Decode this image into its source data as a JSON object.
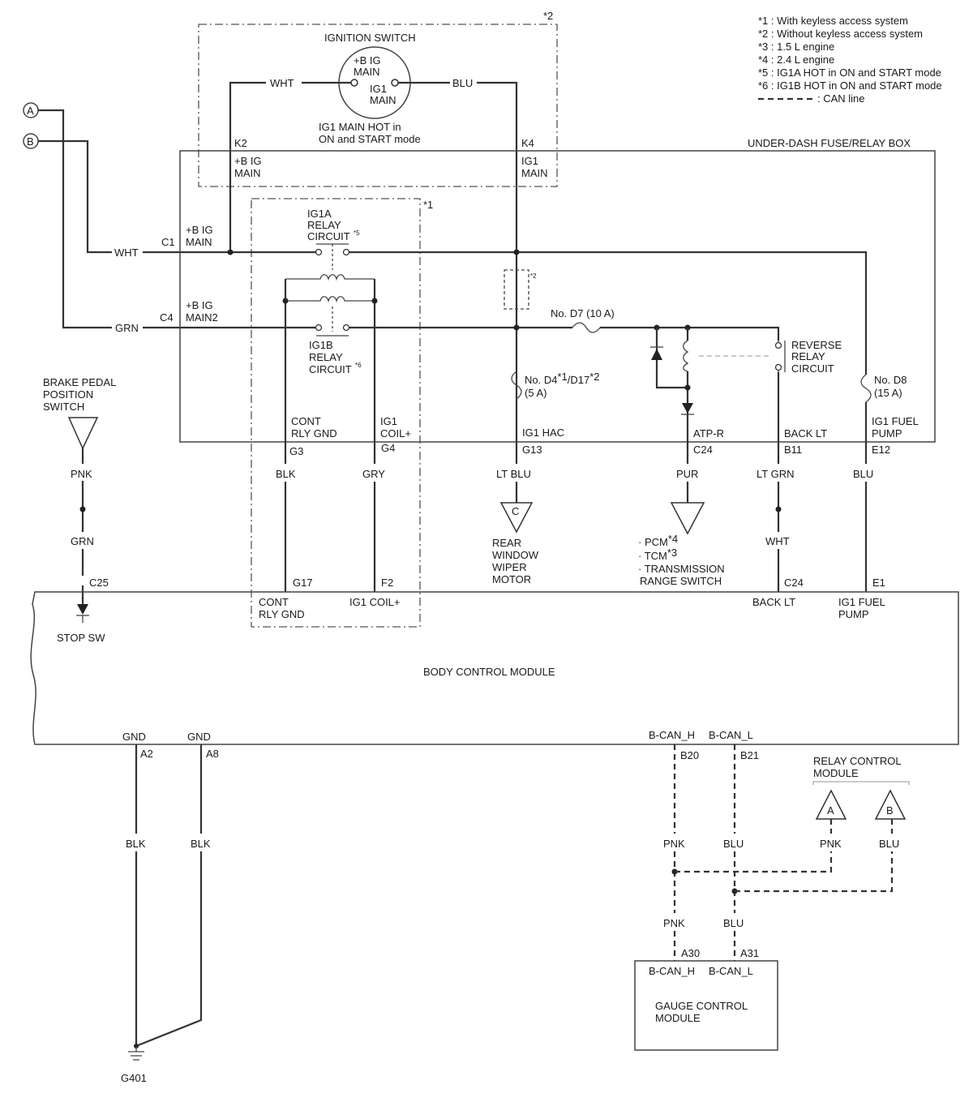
{
  "notes": [
    "*1 : With keyless access system",
    "*2 : Without keyless access system",
    "*3 : 1.5 L engine",
    "*4 : 2.4 L engine",
    "*5 : IG1A HOT in ON and START mode",
    "*6 : IG1B HOT in ON and START mode"
  ],
  "can_legend": ": CAN line",
  "star1": "*1",
  "star2": "*2",
  "ignition": {
    "title": "IGNITION SWITCH",
    "t1": "+B IG",
    "t1b": "MAIN",
    "t2": "IG1",
    "t2b": "MAIN",
    "note1": "IG1 MAIN HOT in",
    "note2": "ON and START mode"
  },
  "connectors": {
    "a": "A",
    "b": "B",
    "c": "C",
    "rc_a": "A",
    "rc_b": "B"
  },
  "wires": {
    "wht_top": "WHT",
    "blu_top": "BLU",
    "wht_c1": "WHT",
    "grn_c4": "GRN",
    "pnk_brake": "PNK",
    "grn_brake": "GRN",
    "blk_g3": "BLK",
    "gry_g4": "GRY",
    "ltblu_g13": "LT BLU",
    "pur_c24": "PUR",
    "ltgrn_b11": "LT GRN",
    "wht_c24": "WHT",
    "blu_e12": "BLU",
    "blk_a2": "BLK",
    "blk_a8": "BLK",
    "pnk_can1": "PNK",
    "blu_can1": "BLU",
    "pnk_rc": "PNK",
    "blu_rc": "BLU",
    "pnk_can2": "PNK",
    "blu_can2": "BLU"
  },
  "fusebox": {
    "title": "UNDER-DASH FUSE/RELAY BOX",
    "k2": "K2",
    "k2_l1": "+B IG",
    "k2_l2": "MAIN",
    "k4": "K4",
    "k4_l1": "IG1",
    "k4_l2": "MAIN",
    "c1": "C1",
    "c1_l1": "+B IG",
    "c1_l2": "MAIN",
    "c4": "C4",
    "c4_l1": "+B IG",
    "c4_l2": "MAIN2",
    "ig1a_1": "IG1A",
    "ig1a_2": "RELAY",
    "ig1a_3": "CIRCUIT",
    "ig1a_sup": "*5",
    "ig1b_1": "IG1B",
    "ig1b_2": "RELAY",
    "ig1b_3": "CIRCUIT",
    "ig1b_sup": "*6",
    "fuse_d7": "No. D7 (10 A)",
    "fuse_d4_a": "No. D4",
    "fuse_d4_s1": "*1",
    "fuse_d4_b": "/D17",
    "fuse_d4_s2": "*2",
    "fuse_d4_amp": "(5 A)",
    "fuse_d8": "No. D8",
    "fuse_d8_amp": "(15 A)",
    "rev_1": "REVERSE",
    "rev_2": "RELAY",
    "rev_3": "CIRCUIT",
    "term_cont_1": "CONT",
    "term_cont_2": "RLY GND",
    "term_ig1coil_1": "IG1",
    "term_ig1coil_2": "COIL+",
    "term_hac": "IG1 HAC",
    "term_atp": "ATP-R",
    "term_backlt": "BACK LT",
    "term_fuel_1": "IG1 FUEL",
    "term_fuel_2": "PUMP",
    "g3": "G3",
    "g4": "G4",
    "g13": "G13",
    "c24": "C24",
    "b11": "B11",
    "e12": "E12"
  },
  "brake": {
    "l1": "BRAKE PEDAL",
    "l2": "POSITION",
    "l3": "SWITCH"
  },
  "loads": {
    "wiper_1": "REAR",
    "wiper_2": "WINDOW",
    "wiper_3": "WIPER",
    "wiper_4": "MOTOR",
    "pcm": "· PCM",
    "pcm_sup": "*4",
    "tcm": "· TCM",
    "tcm_sup": "*3",
    "trs_1": "· TRANSMISSION",
    "trs_2": "RANGE SWITCH"
  },
  "bcm": {
    "title": "BODY CONTROL MODULE",
    "c25": "C25",
    "stop_sw": "STOP SW",
    "g17": "G17",
    "cont_1": "CONT",
    "cont_2": "RLY GND",
    "f2": "F2",
    "ig1coil": "IG1 COIL+",
    "c24": "C24",
    "backlt": "BACK LT",
    "e1": "E1",
    "fuel_1": "IG1 FUEL",
    "fuel_2": "PUMP",
    "gnd1": "GND",
    "gnd2": "GND",
    "a2": "A2",
    "a8": "A8",
    "bcanh": "B-CAN_H",
    "bcanl": "B-CAN_L",
    "b20": "B20",
    "b21": "B21"
  },
  "relay_ctrl": {
    "l1": "RELAY CONTROL",
    "l2": "MODULE"
  },
  "gauge": {
    "a30": "A30",
    "a31": "A31",
    "bcanh": "B-CAN_H",
    "bcanl": "B-CAN_L",
    "l1": "GAUGE CONTROL",
    "l2": "MODULE"
  },
  "ground": "G401"
}
